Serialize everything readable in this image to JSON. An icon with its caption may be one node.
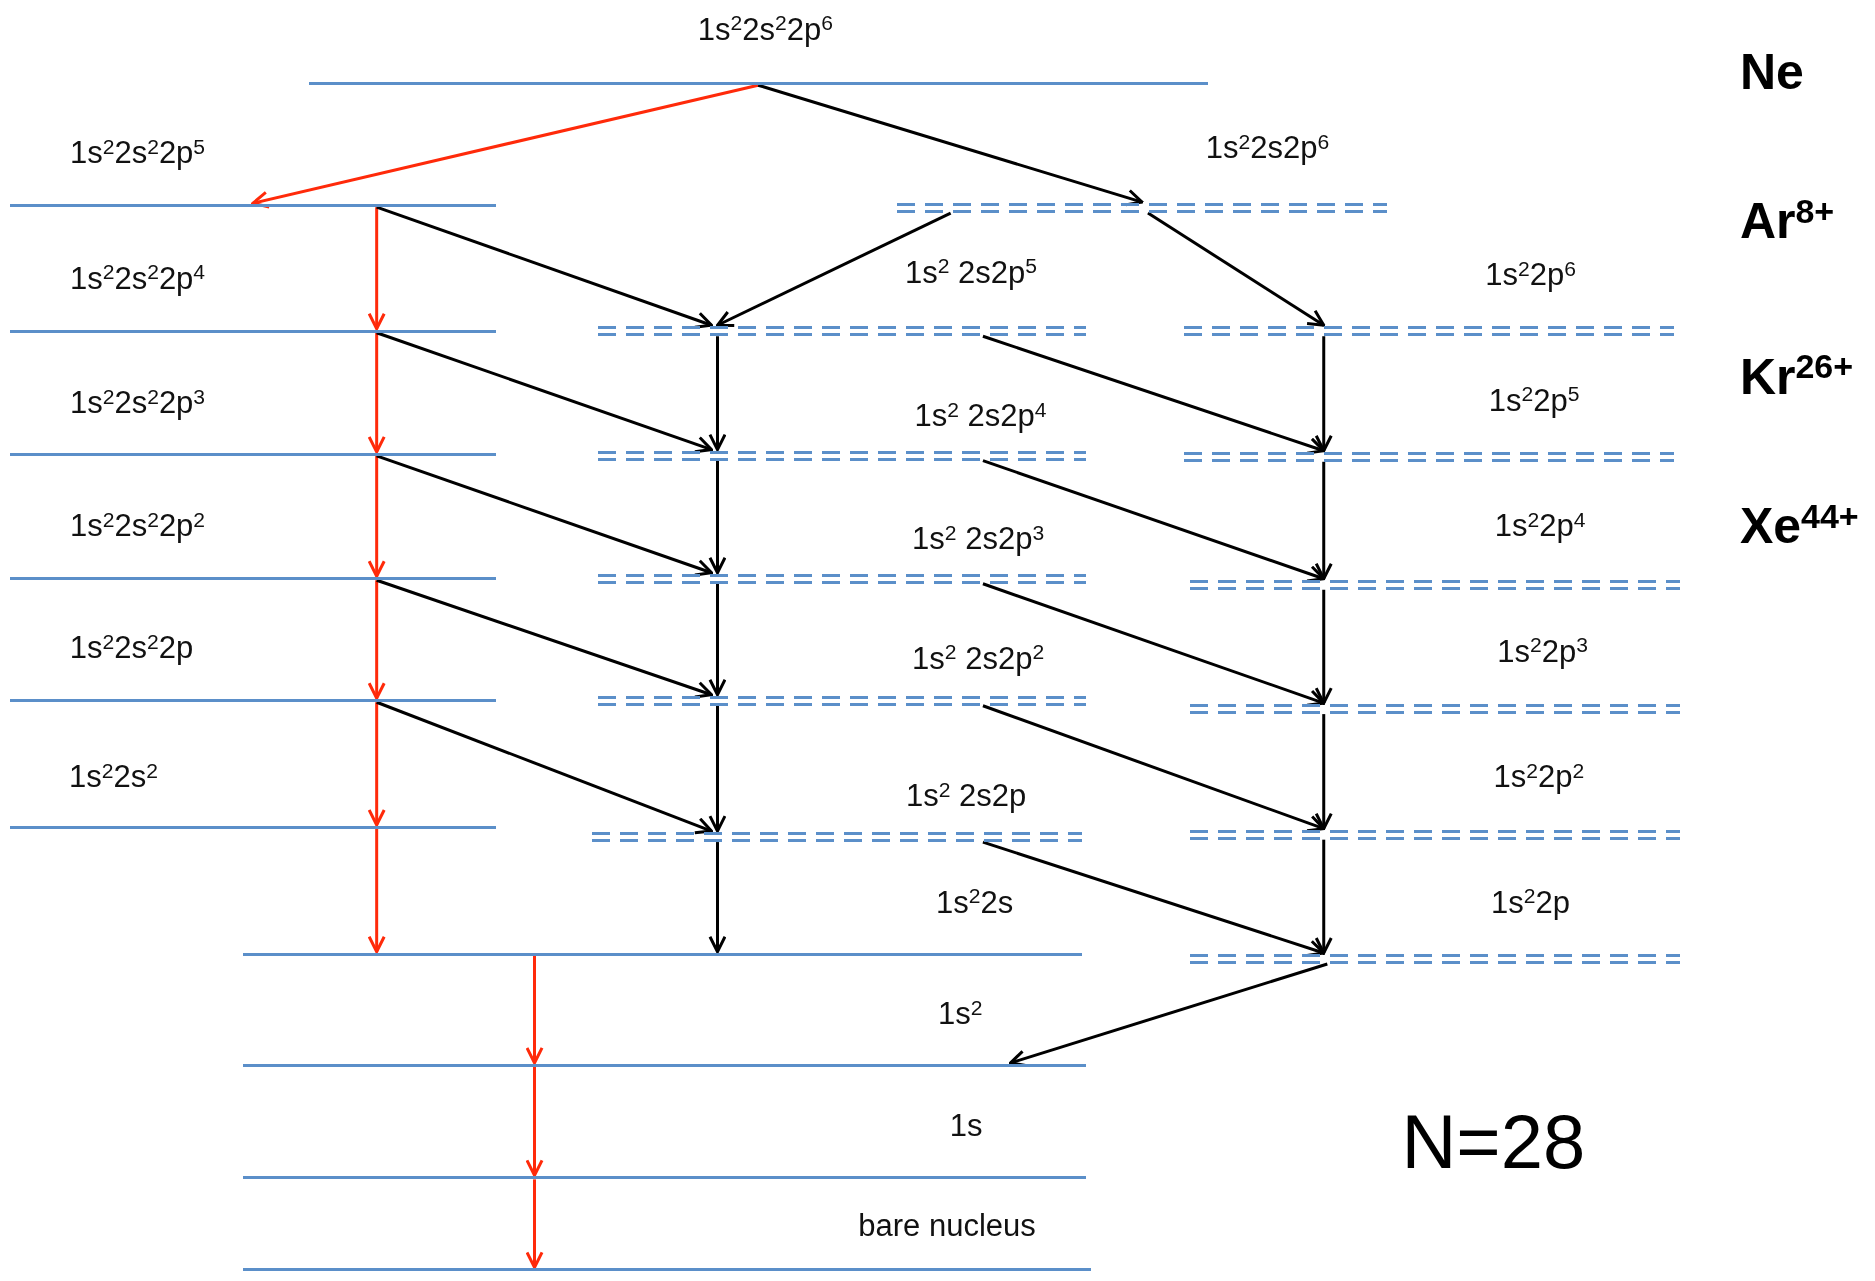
{
  "diagram": {
    "nodes": [
      {
        "text": [
          "1s$^{2}$2s$^{2}$2p$^{6}$"
        ]
      },
      {
        "text": [
          "1s$^{2}$2s$^{2}$2p$^{5}$"
        ]
      },
      {
        "text": [
          "1s$^{2}$2s2p$^{6}$"
        ]
      },
      {
        "text": [
          "1s$^{2}$2s$^{2}$2p$^{4}$"
        ]
      },
      {
        "text": [
          "1s$^{2}$ 2s2p$^{5}$"
        ]
      },
      {
        "text": [
          "1s$^{2}$2p$^{6}$"
        ]
      },
      {
        "text": [
          "1s$^{2}$2s$^{2}$2p$^{3}$"
        ]
      },
      {
        "text": [
          "1s$^{2}$ 2s2p$^{4}$"
        ]
      },
      {
        "text": [
          "1s$^{2}$2p$^{5}$"
        ]
      },
      {
        "text": [
          "1s$^{2}$2s$^{2}$2p$^{2}$"
        ]
      },
      {
        "text": [
          "1s$^{2}$ 2s2p$^{3}$"
        ]
      },
      {
        "text": [
          "1s$^{2}$2p$^{4}$"
        ]
      },
      {
        "text": [
          "1s$^{2}$2s$^{2}$2p"
        ]
      },
      {
        "text": [
          "1s$^{2}$ 2s2p$^{2}$"
        ]
      },
      {
        "text": [
          "1s$^{2}$2p$^{3}$"
        ]
      },
      {
        "text": [
          "1s$^{2}$2s$^{2}$"
        ]
      },
      {
        "text": [
          "1s$^{2}$ 2s2p"
        ]
      },
      {
        "text": [
          "1s$^{2}$2p$^{2}$"
        ]
      },
      {
        "text": [
          "1s$^{2}$2s"
        ]
      },
      {
        "text": [
          "1s$^{2}$2p"
        ]
      },
      {
        "text": [
          "1s$^{2}$"
        ]
      },
      {
        "text": [
          "1s"
        ]
      },
      {
        "text": [
          "bare nucleus"
        ]
      }
    ],
    "edges": [
      {
        "from": 0,
        "to": 1,
        "arrow": "to",
        "color": "#ff2a0a"
      },
      {
        "from": 0,
        "to": 2,
        "arrow": "to"
      },
      {
        "from": 1,
        "to": 3,
        "arrow": "to",
        "color": "#ff2a0a"
      },
      {
        "from": 1,
        "to": 4,
        "arrow": "to"
      },
      {
        "from": 2,
        "to": 4,
        "arrow": "to"
      },
      {
        "from": 2,
        "to": 5,
        "arrow": "to"
      },
      {
        "from": 3,
        "to": 6,
        "arrow": "to",
        "color": "#ff2a0a"
      },
      {
        "from": 3,
        "to": 7,
        "arrow": "to"
      },
      {
        "from": 4,
        "to": 7,
        "arrow": "to"
      },
      {
        "from": 4,
        "to": 8,
        "arrow": "to"
      },
      {
        "from": 5,
        "to": 8,
        "arrow": "to"
      },
      {
        "from": 6,
        "to": 9,
        "arrow": "to",
        "color": "#ff2a0a"
      },
      {
        "from": 6,
        "to": 10,
        "arrow": "to"
      },
      {
        "from": 7,
        "to": 10,
        "arrow": "to"
      },
      {
        "from": 7,
        "to": 11,
        "arrow": "to"
      },
      {
        "from": 8,
        "to": 11,
        "arrow": "to"
      },
      {
        "from": 9,
        "to": 12,
        "arrow": "to",
        "color": "#ff2a0a"
      },
      {
        "from": 9,
        "to": 13,
        "arrow": "to"
      },
      {
        "from": 10,
        "to": 13,
        "arrow": "to"
      },
      {
        "from": 10,
        "to": 14,
        "arrow": "to"
      },
      {
        "from": 11,
        "to": 14,
        "arrow": "to"
      },
      {
        "from": 12,
        "to": 15,
        "arrow": "to",
        "color": "#ff2a0a"
      },
      {
        "from": 12,
        "to": 16,
        "arrow": "to"
      },
      {
        "from": 13,
        "to": 16,
        "arrow": "to"
      },
      {
        "from": 13,
        "to": 17,
        "arrow": "to"
      },
      {
        "from": 14,
        "to": 17,
        "arrow": "to"
      },
      {
        "from": 15,
        "to": 18,
        "arrow": "to",
        "color": "#ff2a0a"
      },
      {
        "from": 16,
        "to": 18,
        "arrow": "to"
      },
      {
        "from": 16,
        "to": 19,
        "arrow": "to"
      },
      {
        "from": 17,
        "to": 19,
        "arrow": "to"
      },
      {
        "from": 19,
        "to": 20,
        "arrow": "to"
      },
      {
        "from": 18,
        "to": 20,
        "arrow": "to",
        "color": "#ff2a0a"
      },
      {
        "from": 20,
        "to": 21,
        "arrow": "to",
        "color": "#ff2a0a"
      },
      {
        "from": 21,
        "to": 22,
        "arrow": "to",
        "color": "#ff2a0a"
      }
    ],
    "labels": [
      "Ne",
      "Ar$^{8+}$",
      "Kr$^{26+}$",
      "Xe$^{44+}$",
      "N=28"
    ]
  }
}
